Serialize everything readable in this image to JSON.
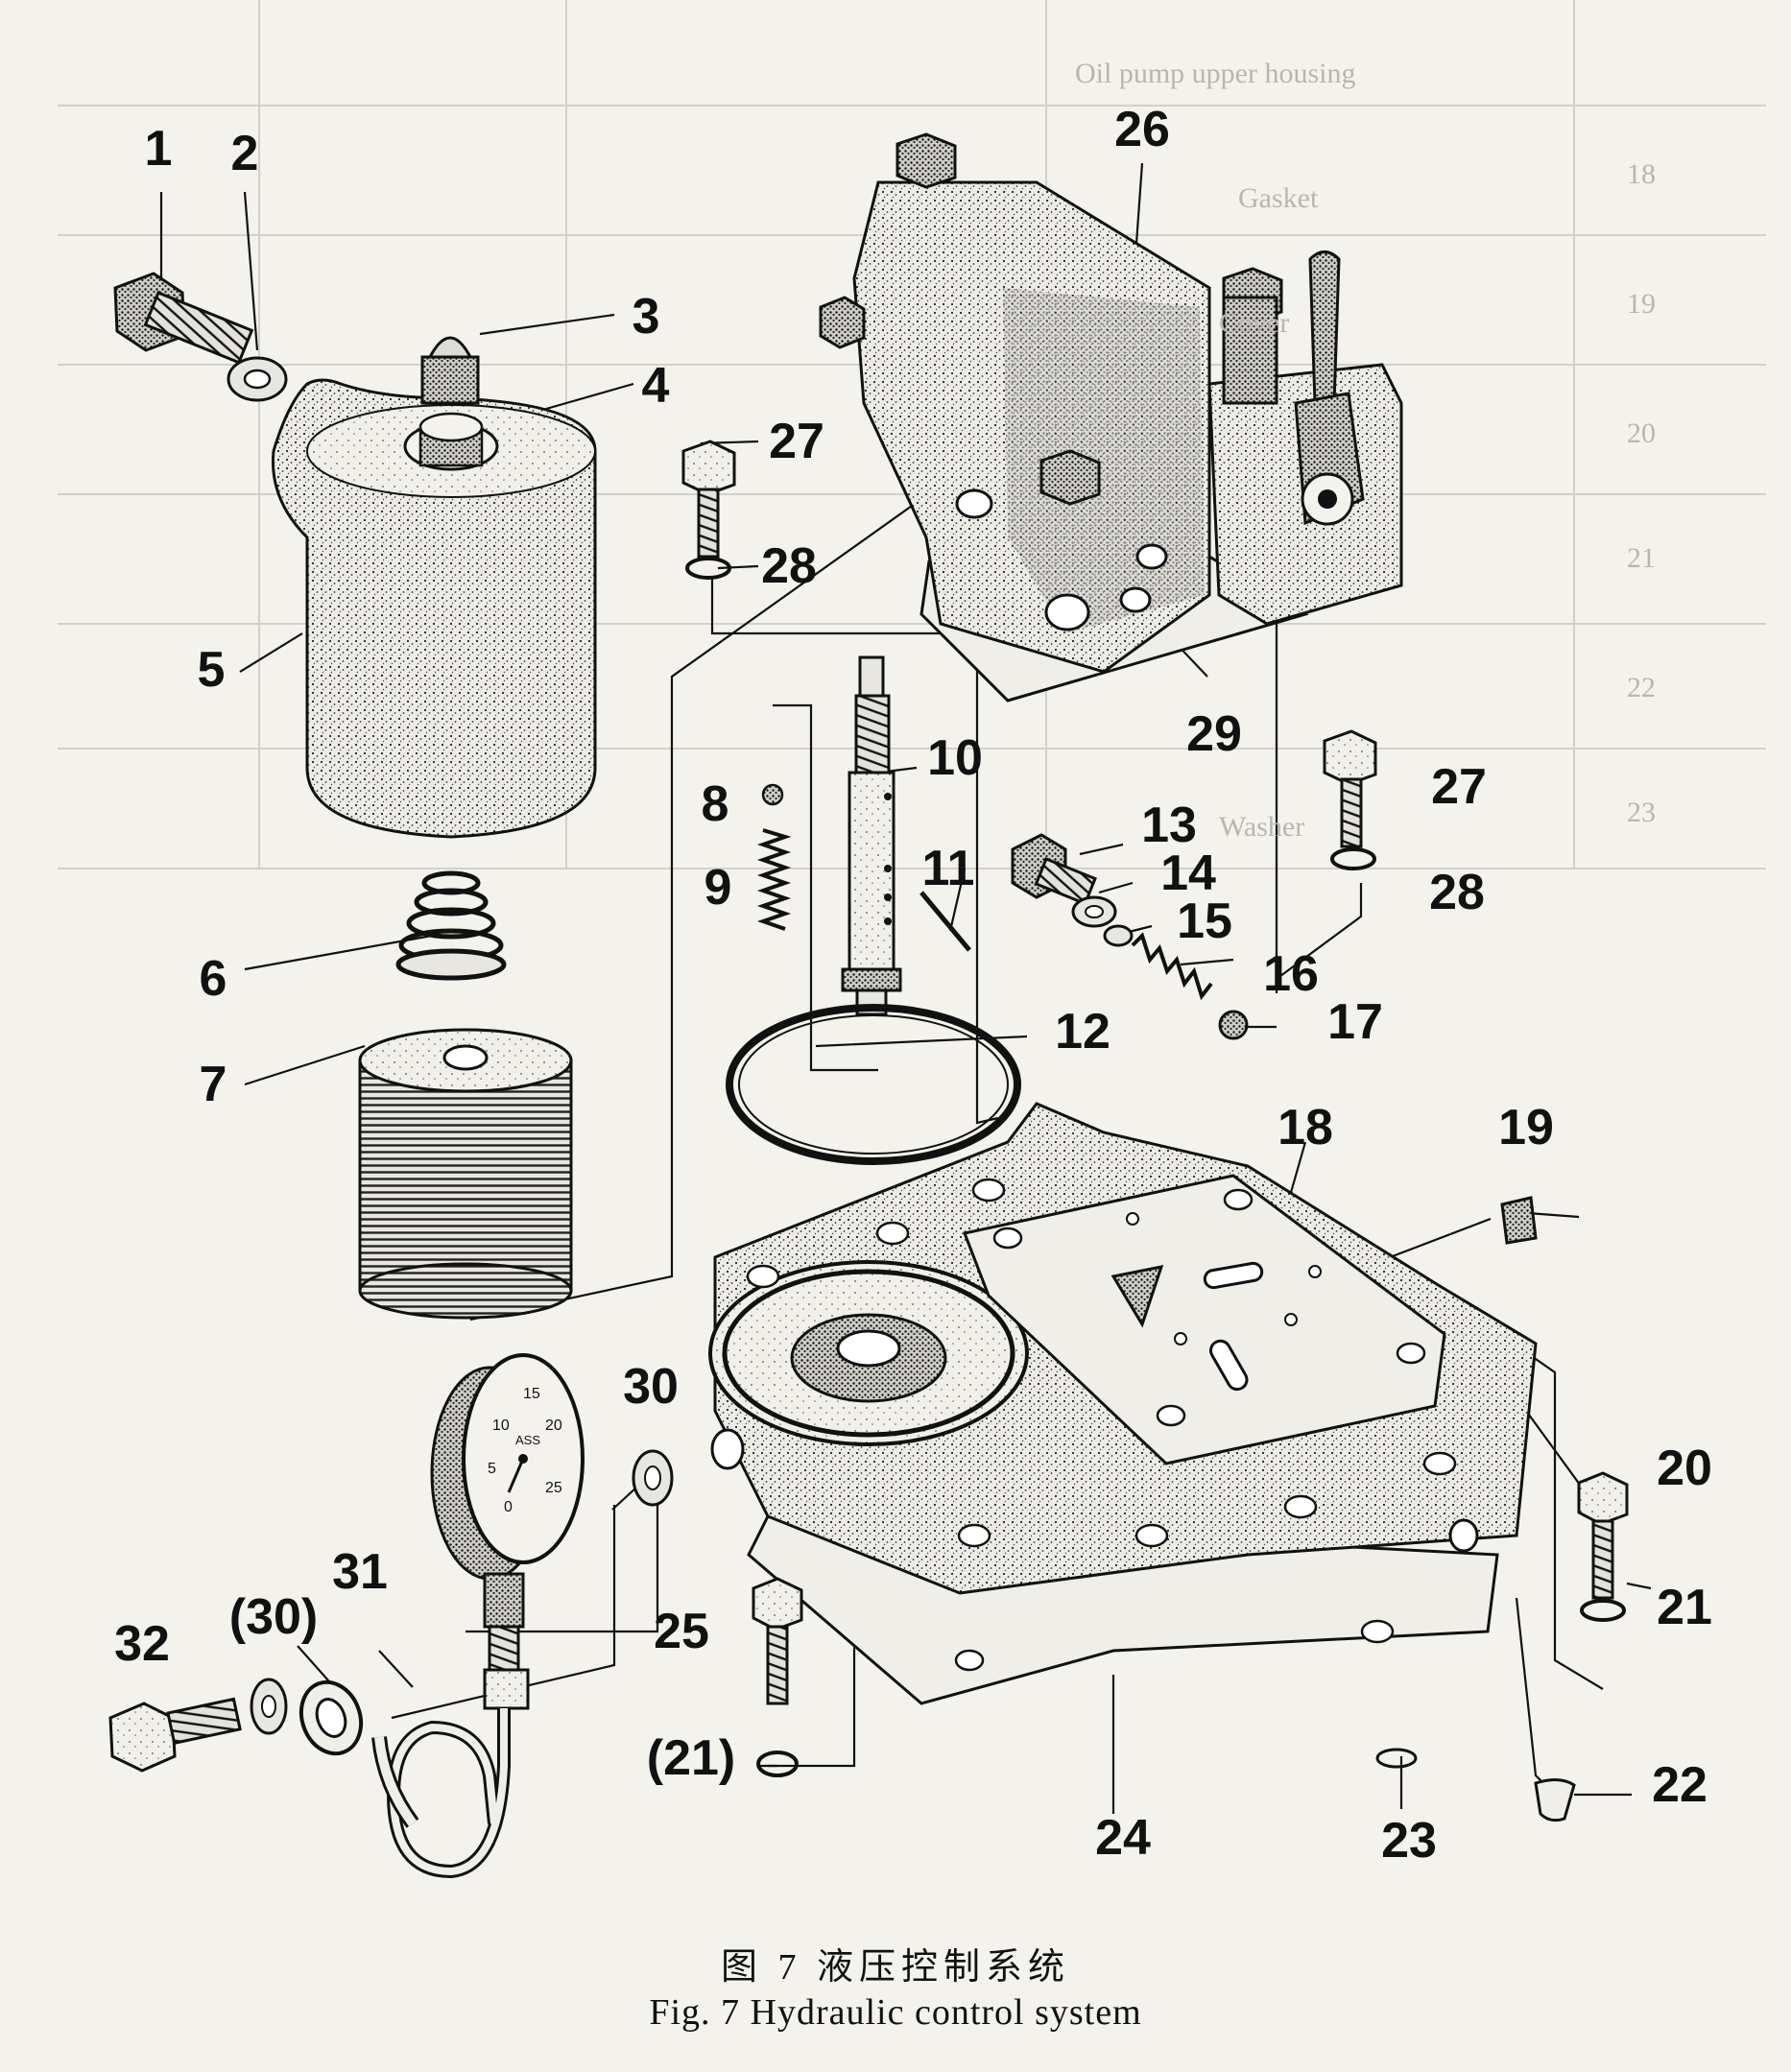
{
  "callouts": [
    {
      "id": "1",
      "text": "1"
    },
    {
      "id": "2",
      "text": "2"
    },
    {
      "id": "3",
      "text": "3"
    },
    {
      "id": "4",
      "text": "4"
    },
    {
      "id": "5",
      "text": "5"
    },
    {
      "id": "6",
      "text": "6"
    },
    {
      "id": "7",
      "text": "7"
    },
    {
      "id": "8",
      "text": "8"
    },
    {
      "id": "9",
      "text": "9"
    },
    {
      "id": "10",
      "text": "10"
    },
    {
      "id": "11",
      "text": "11"
    },
    {
      "id": "12",
      "text": "12"
    },
    {
      "id": "13",
      "text": "13"
    },
    {
      "id": "14",
      "text": "14"
    },
    {
      "id": "15",
      "text": "15"
    },
    {
      "id": "16",
      "text": "16"
    },
    {
      "id": "17",
      "text": "17"
    },
    {
      "id": "18",
      "text": "18"
    },
    {
      "id": "19",
      "text": "19"
    },
    {
      "id": "20",
      "text": "20"
    },
    {
      "id": "21a",
      "text": "21"
    },
    {
      "id": "21b",
      "text": "(21)"
    },
    {
      "id": "22",
      "text": "22"
    },
    {
      "id": "23",
      "text": "23"
    },
    {
      "id": "24",
      "text": "24"
    },
    {
      "id": "25",
      "text": "25"
    },
    {
      "id": "26",
      "text": "26"
    },
    {
      "id": "27a",
      "text": "27"
    },
    {
      "id": "27b",
      "text": "27"
    },
    {
      "id": "28a",
      "text": "28"
    },
    {
      "id": "28b",
      "text": "28"
    },
    {
      "id": "29",
      "text": "29"
    },
    {
      "id": "30a",
      "text": "30"
    },
    {
      "id": "30b",
      "text": "(30)"
    },
    {
      "id": "31",
      "text": "31"
    },
    {
      "id": "32",
      "text": "32"
    }
  ],
  "gauge": {
    "scale": [
      "0",
      "5",
      "10",
      "15",
      "20",
      "25"
    ],
    "unit": "ASS"
  },
  "caption": {
    "cn": "图 7   液压控制系统",
    "en": "Fig. 7   Hydraulic control system"
  },
  "bleed_through": [
    "Oil pump upper housing",
    "Gasket",
    "Cover",
    "Washer",
    "18",
    "19",
    "20",
    "21",
    "22",
    "23"
  ],
  "colors": {
    "ink": "#111111",
    "paper": "#f4f2ed",
    "ghost": "#b8b6b0"
  }
}
